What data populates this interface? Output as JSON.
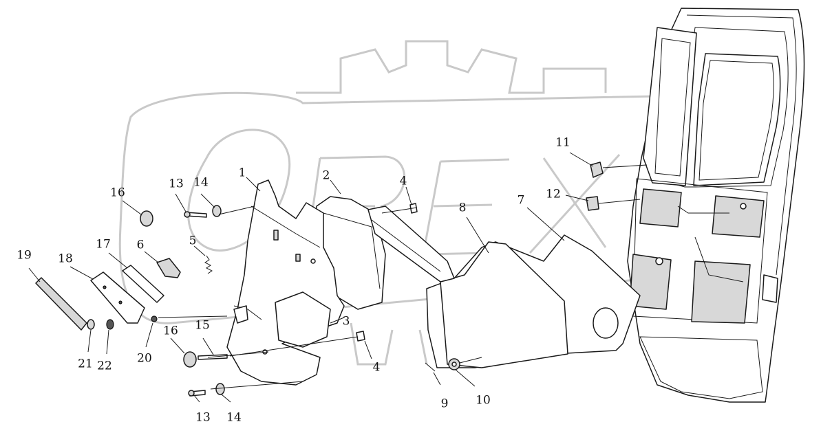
{
  "colors": {
    "line": "#1a1a1a",
    "watermark": "#c9c9c9",
    "shade": "#d8d8d8",
    "background": "#ffffff"
  },
  "callouts": [
    {
      "id": "c1",
      "label": "1"
    },
    {
      "id": "c2",
      "label": "2"
    },
    {
      "id": "c3",
      "label": "3"
    },
    {
      "id": "c4a",
      "label": "4"
    },
    {
      "id": "c4b",
      "label": "4"
    },
    {
      "id": "c5",
      "label": "5"
    },
    {
      "id": "c6",
      "label": "6"
    },
    {
      "id": "c7",
      "label": "7"
    },
    {
      "id": "c8",
      "label": "8"
    },
    {
      "id": "c9",
      "label": "9"
    },
    {
      "id": "c10",
      "label": "10"
    },
    {
      "id": "c11",
      "label": "11"
    },
    {
      "id": "c12",
      "label": "12"
    },
    {
      "id": "c13a",
      "label": "13"
    },
    {
      "id": "c13b",
      "label": "13"
    },
    {
      "id": "c14a",
      "label": "14"
    },
    {
      "id": "c14b",
      "label": "14"
    },
    {
      "id": "c15",
      "label": "15"
    },
    {
      "id": "c16a",
      "label": "16"
    },
    {
      "id": "c16b",
      "label": "16"
    },
    {
      "id": "c17",
      "label": "17"
    },
    {
      "id": "c18",
      "label": "18"
    },
    {
      "id": "c19",
      "label": "19"
    },
    {
      "id": "c20",
      "label": "20"
    },
    {
      "id": "c21",
      "label": "21"
    },
    {
      "id": "c22",
      "label": "22"
    }
  ]
}
